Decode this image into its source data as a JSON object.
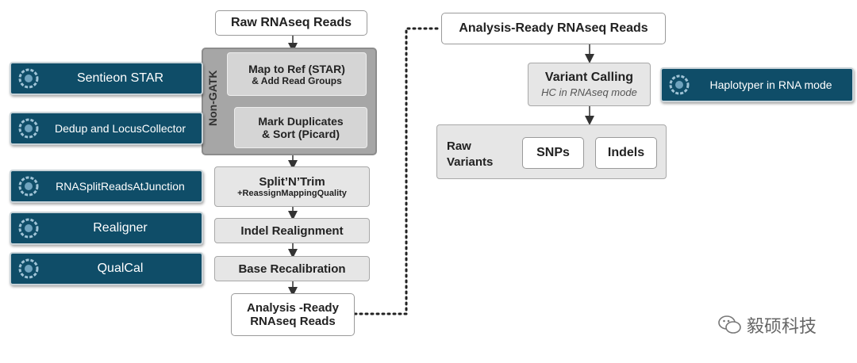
{
  "left_flow": {
    "raw_reads": "Raw RNAseq Reads",
    "non_gatk_label": "Non-GATK",
    "map_to_ref_line1": "Map to Ref (STAR)",
    "map_to_ref_line2": "& Add Read Groups",
    "mark_dup_line1": "Mark Duplicates",
    "mark_dup_line2": "& Sort (Picard)",
    "split_trim_line1": "Split’N’Trim",
    "split_trim_line2": "+ReassignMappingQuality",
    "indel_realignment": "Indel Realignment",
    "base_recalibration": "Base Recalibration",
    "analysis_ready_line1": "Analysis -Ready",
    "analysis_ready_line2": "RNAseq Reads"
  },
  "sentieon_tools": [
    "Sentieon STAR",
    "Dedup and LocusCollector",
    "RNASplitReadsAtJunction",
    "Realigner",
    "QualCal"
  ],
  "right_flow": {
    "analysis_ready": "Analysis-Ready RNAseq Reads",
    "variant_calling": "Variant Calling",
    "variant_calling_sub": "HC in RNAseq mode",
    "raw_variants_line1": "Raw",
    "raw_variants_line2": "Variants",
    "snps": "SNPs",
    "indels": "Indels",
    "haplotyper": "Haplotyper in RNA mode"
  },
  "watermark": "毅硕科技",
  "colors": {
    "teal": "#0f4d68",
    "gray": "#e6e6e6",
    "dark_gray": "#a6a6a6"
  }
}
